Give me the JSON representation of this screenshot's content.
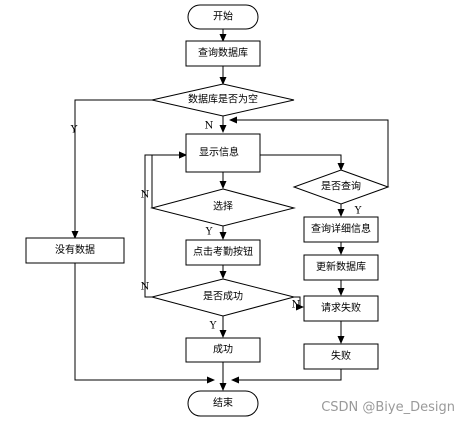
{
  "nodes": {
    "start": "开始",
    "query_db": "查询数据库",
    "db_empty": "数据库是否为空",
    "show_info": "显示信息",
    "choose": "选择",
    "click_btn": "点击考勤按钮",
    "is_success": "是否成功",
    "success": "成功",
    "no_data": "没有数据",
    "is_query": "是否查询",
    "query_detail": "查询详细信息",
    "update_db": "更新数据库",
    "request_fail": "请求失败",
    "fail": "失败",
    "end": "结束"
  },
  "edge_labels": {
    "db_empty_yes": "Y",
    "db_empty_no": "N",
    "choose_no": "N",
    "choose_yes": "Y",
    "success_no_left": "N",
    "success_yes": "Y",
    "success_no_right": "N",
    "query_yes": "Y"
  },
  "watermark": "CSDN @Biye_Design"
}
